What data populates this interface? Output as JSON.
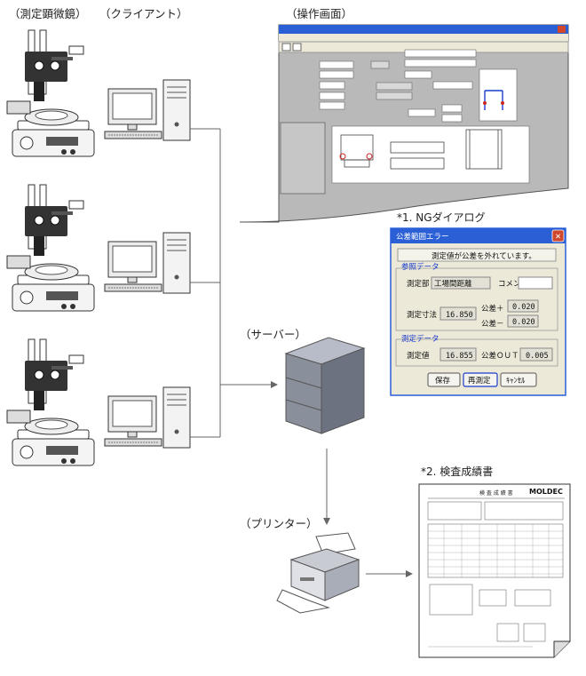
{
  "labels": {
    "microscope": "（測定顕微鏡）",
    "client": "（クライアント）",
    "operation": "（操作画面）",
    "server": "（サーバー）",
    "printer": "（プリンター）",
    "ng_dialog": "*1. NGダイアログ",
    "report": "*2. 検査成績書"
  },
  "ng_dialog": {
    "title": "公差範囲エラー",
    "message": "測定値が公差を外れています。",
    "ref_group": "参照データ",
    "item_label": "測定部",
    "item_value": "工場間距離",
    "comment_label": "コメント",
    "dim_label": "測定寸法",
    "dim_value": "16.850",
    "tol_plus_label": "公差＋",
    "tol_plus_value": "0.020",
    "tol_minus_label": "公差－",
    "tol_minus_value": "0.020",
    "meas_group": "測定データ",
    "meas_label": "測定値",
    "meas_value": "16.855",
    "out_label": "公差ＯＵＴ",
    "out_value": "0.005",
    "btn_save": "保存",
    "btn_remeasure": "再測定",
    "btn_cancel": "ｷｬﾝｾﾙ"
  },
  "report_doc": {
    "title": "検 査 成 績 書",
    "brand": "MOLDEC"
  },
  "colors": {
    "xp_title_blue": "#2a5fd6",
    "dialog_bg": "#ece9d8",
    "close_red": "#d0482c",
    "server_gray": "#8a8f9c",
    "arrow_gray": "#666666"
  }
}
